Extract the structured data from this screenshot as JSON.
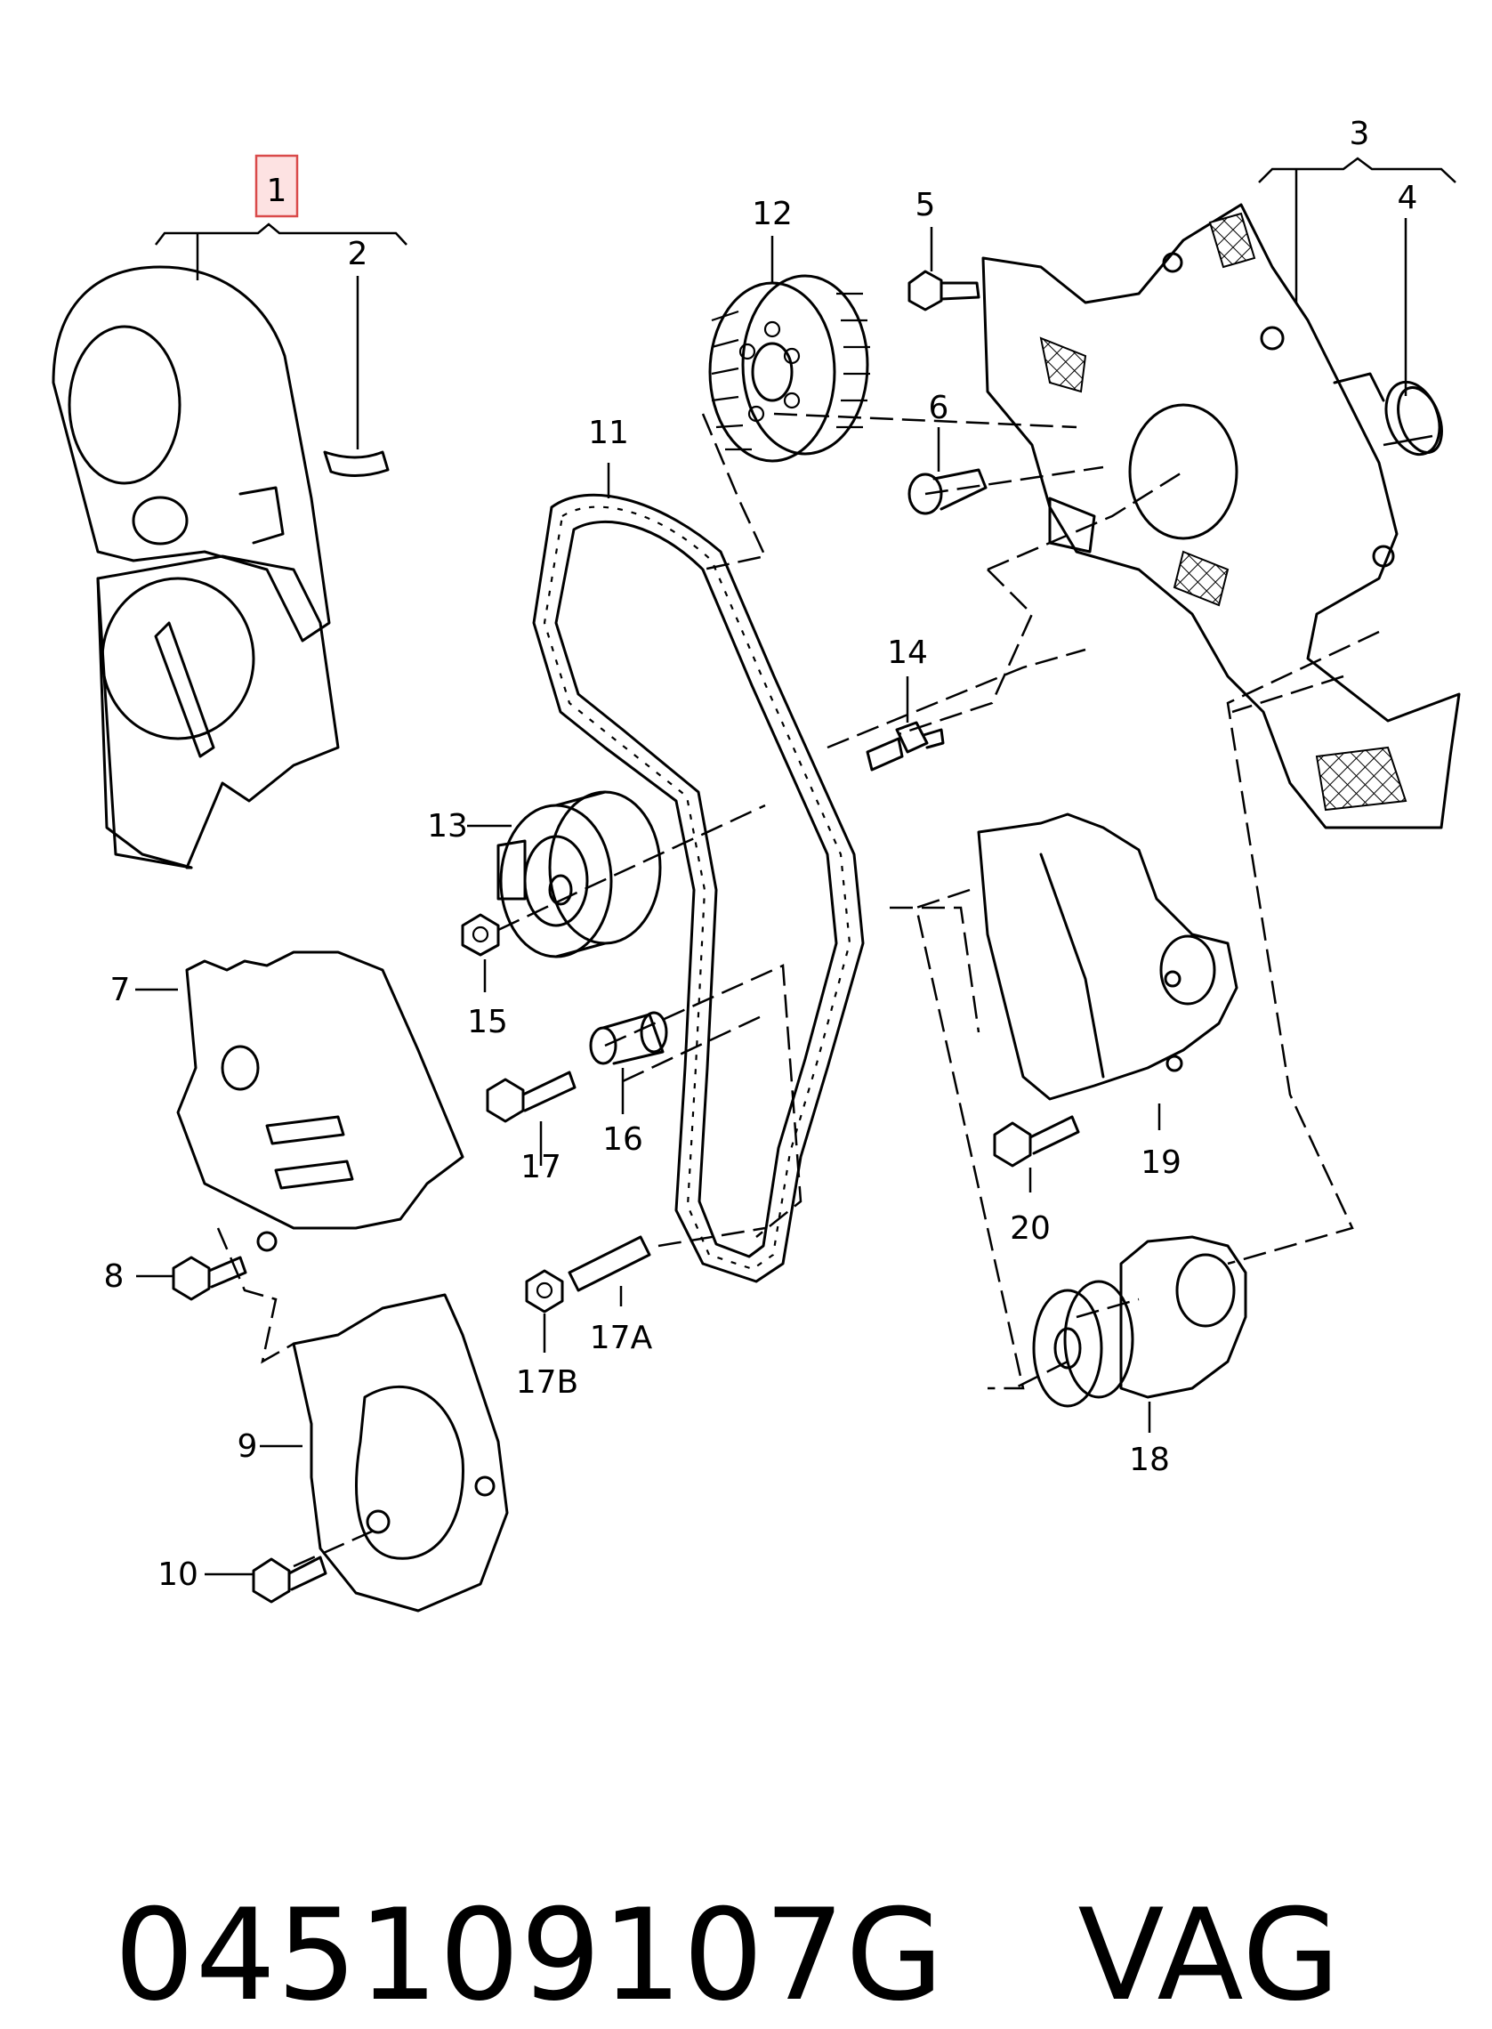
{
  "diagram": {
    "labels": [
      "1",
      "2",
      "3",
      "4",
      "5",
      "6",
      "7",
      "8",
      "9",
      "10",
      "11",
      "12",
      "13",
      "14",
      "15",
      "16",
      "17",
      "17A",
      "17B",
      "18",
      "19",
      "20"
    ],
    "highlighted_label": "1",
    "highlight_color": "#d94a4a"
  },
  "footer": {
    "part_number": "045109107G",
    "brand": "VAG"
  }
}
